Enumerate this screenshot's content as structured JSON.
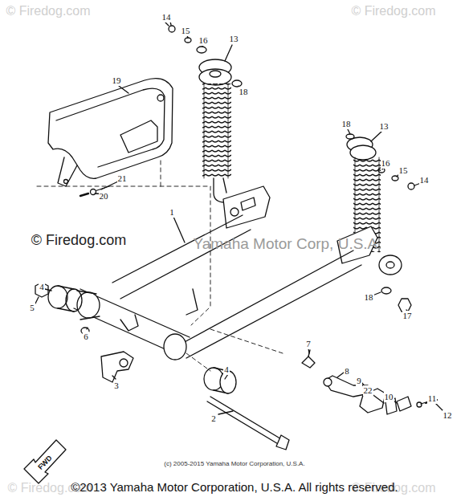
{
  "diagram": {
    "labels": [
      "© Firedog.com",
      "© Firedog.com",
      "© Firedog.com",
      "Yamaha Motor Corp, U.S.A.",
      "© Firedog.com",
      "© Firedog.com",
      "14",
      "15",
      "16",
      "13",
      "18",
      "19",
      "21",
      "20",
      "1",
      "18",
      "13",
      "16",
      "15",
      "14",
      "5",
      "4",
      "6",
      "3",
      "4",
      "2",
      "18",
      "17",
      "7",
      "8",
      "9",
      "22",
      "10",
      "11",
      "12",
      "FWD",
      "(c) 2005-2015 Yamaha Motor Corporation, U.S.A.",
      "©2013 Yamaha Motor Corporation, U.S.A. All rights reserved."
    ]
  }
}
